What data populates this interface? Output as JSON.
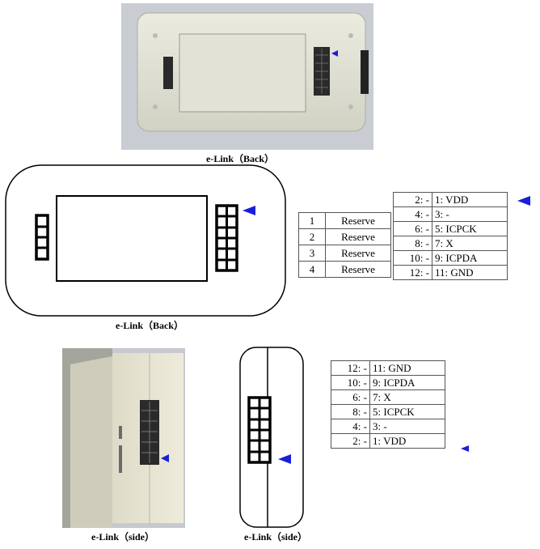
{
  "captions": {
    "photo_back": "e-Link（Back）",
    "diagram_back": "e-Link（Back）",
    "photo_side": "e-Link（side）",
    "diagram_side": "e-Link（side）"
  },
  "reserve_table": [
    {
      "num": "1",
      "label": "Reserve"
    },
    {
      "num": "2",
      "label": "Reserve"
    },
    {
      "num": "3",
      "label": "Reserve"
    },
    {
      "num": "4",
      "label": "Reserve"
    }
  ],
  "back_pin_table": [
    {
      "a": "2: -",
      "b": "1: VDD"
    },
    {
      "a": "4: -",
      "b": "3: -"
    },
    {
      "a": "6: -",
      "b": "5: ICPCK"
    },
    {
      "a": "8: -",
      "b": "7: X"
    },
    {
      "a": "10: -",
      "b": "9: ICPDA"
    },
    {
      "a": "12: -",
      "b": "11: GND"
    }
  ],
  "side_pin_table": [
    {
      "a": "12: -",
      "b": "11: GND"
    },
    {
      "a": "10: -",
      "b": "9: ICPDA"
    },
    {
      "a": "6: -",
      "b": "7: X"
    },
    {
      "a": "8: -",
      "b": "5: ICPCK"
    },
    {
      "a": "4: -",
      "b": "3: -"
    },
    {
      "a": "2: -",
      "b": "1: VDD"
    }
  ],
  "colors": {
    "pin1_arrow": "#1a1fd8",
    "device_body": "#e6e6d8",
    "photo_background": "#c9ccd3"
  }
}
